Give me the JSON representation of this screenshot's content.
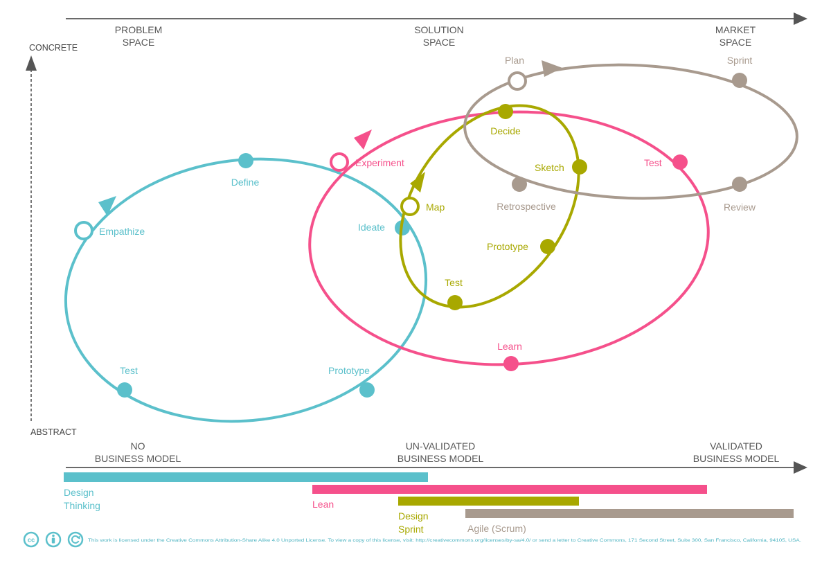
{
  "axes": {
    "vertical_top": "CONCRETE",
    "vertical_bottom": "ABSTRACT"
  },
  "spaces": [
    {
      "line1": "PROBLEM",
      "line2": "SPACE"
    },
    {
      "line1": "SOLUTION",
      "line2": "SPACE"
    },
    {
      "line1": "MARKET",
      "line2": "SPACE"
    }
  ],
  "business_models": [
    {
      "line1": "NO",
      "line2": "BUSINESS MODEL"
    },
    {
      "line1": "UN-VALIDATED",
      "line2": "BUSINESS MODEL"
    },
    {
      "line1": "VALIDATED",
      "line2": "BUSINESS MODEL"
    }
  ],
  "colors": {
    "design_thinking": "#5bc0cb",
    "lean": "#f5508b",
    "design_sprint": "#a8a800",
    "agile": "#a89a8e",
    "axis": "#555555"
  },
  "loops": {
    "design_thinking": {
      "nodes": {
        "empathize": "Empathize",
        "define": "Define",
        "ideate": "Ideate",
        "prototype": "Prototype",
        "test": "Test"
      }
    },
    "lean": {
      "nodes": {
        "experiment": "Experiment",
        "test": "Test",
        "learn": "Learn"
      }
    },
    "design_sprint": {
      "nodes": {
        "map": "Map",
        "decide": "Decide",
        "sketch": "Sketch",
        "prototype": "Prototype",
        "test": "Test"
      }
    },
    "agile": {
      "nodes": {
        "plan": "Plan",
        "sprint": "Sprint",
        "review": "Review",
        "retrospective": "Retrospective"
      }
    }
  },
  "legend": {
    "design_thinking": {
      "line1": "Design",
      "line2": "Thinking"
    },
    "lean": {
      "line1": "Lean"
    },
    "design_sprint": {
      "line1": "Design",
      "line2": "Sprint"
    },
    "agile": {
      "line1": "Agile (Scrum)"
    }
  },
  "license_text": "This work is licensed under the Creative Commons Attribution-Share Alike 4.0 Unported License. To view a copy of this license, visit: http://creativecommons.org/licenses/by-sa/4.0/ or send a letter to Creative Commons, 171 Second Street, Suite 300, San Francisco, California, 94105, USA."
}
